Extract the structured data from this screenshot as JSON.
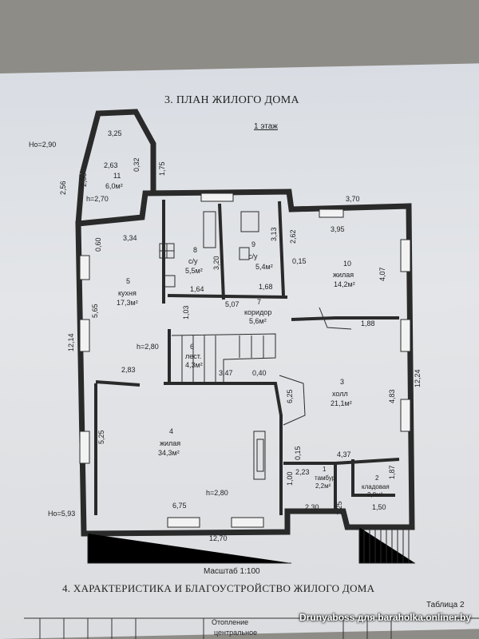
{
  "document": {
    "section_title": "3. ПЛАН ЖИЛОГО ДОМА",
    "floor_label": "1 этаж",
    "scale": "Масштаб 1:100",
    "section4_title": "4. ХАРАКТЕРИСТИКА И БЛАГОУСТРОЙСТВО ЖИЛОГО ДОМА",
    "table_label": "Таблица 2",
    "table_header_1": "Отопление",
    "table_header_2": "центральное",
    "watermark": "Drunyaboss для baraholka.onliner.by"
  },
  "plan": {
    "levels": {
      "top_left": "Но=2,90",
      "bottom_left": "Но=5,93"
    },
    "rooms": [
      {
        "number": "11",
        "name": "",
        "area": "6,0м²"
      },
      {
        "number": "8",
        "name": "с/у",
        "area": "5,5м²"
      },
      {
        "number": "9",
        "name": "с/у",
        "area": "5,4м²"
      },
      {
        "number": "10",
        "name": "жилая",
        "area": "14,2м²"
      },
      {
        "number": "5",
        "name": "кухня",
        "area": "17,3м²"
      },
      {
        "number": "7",
        "name": "коридор",
        "area": "5,6м²"
      },
      {
        "number": "6",
        "name": "лест.",
        "area": "4,3м²"
      },
      {
        "number": "3",
        "name": "холл",
        "area": "21,1м²"
      },
      {
        "number": "4",
        "name": "жилая",
        "area": "34,3м²"
      },
      {
        "number": "1",
        "name": "тамбур",
        "area": "2,2м²"
      },
      {
        "number": "2",
        "name": "кладовая",
        "area": "2,8м²"
      }
    ],
    "heights": [
      "h=2,70",
      "h=2,80",
      "h=2,80"
    ],
    "dimensions": [
      "3,25",
      "2,63",
      "0,32",
      "2,56",
      "2,30",
      "1,75",
      "3,70",
      "3,34",
      "0,60",
      "3,95",
      "2,62",
      "3,13",
      "3,20",
      "0,15",
      "4,07",
      "1,64",
      "1,68",
      "5,07",
      "1,03",
      "5,65",
      "12,14",
      "1,88",
      "12,24",
      "2,83",
      "3,47",
      "0,40",
      "6,25",
      "4,83",
      "5,25",
      "0,15",
      "4,37",
      "2,23",
      "1,00",
      "1,87",
      "6,75",
      "2,30",
      "1,25",
      "1,50",
      "12,70"
    ]
  }
}
